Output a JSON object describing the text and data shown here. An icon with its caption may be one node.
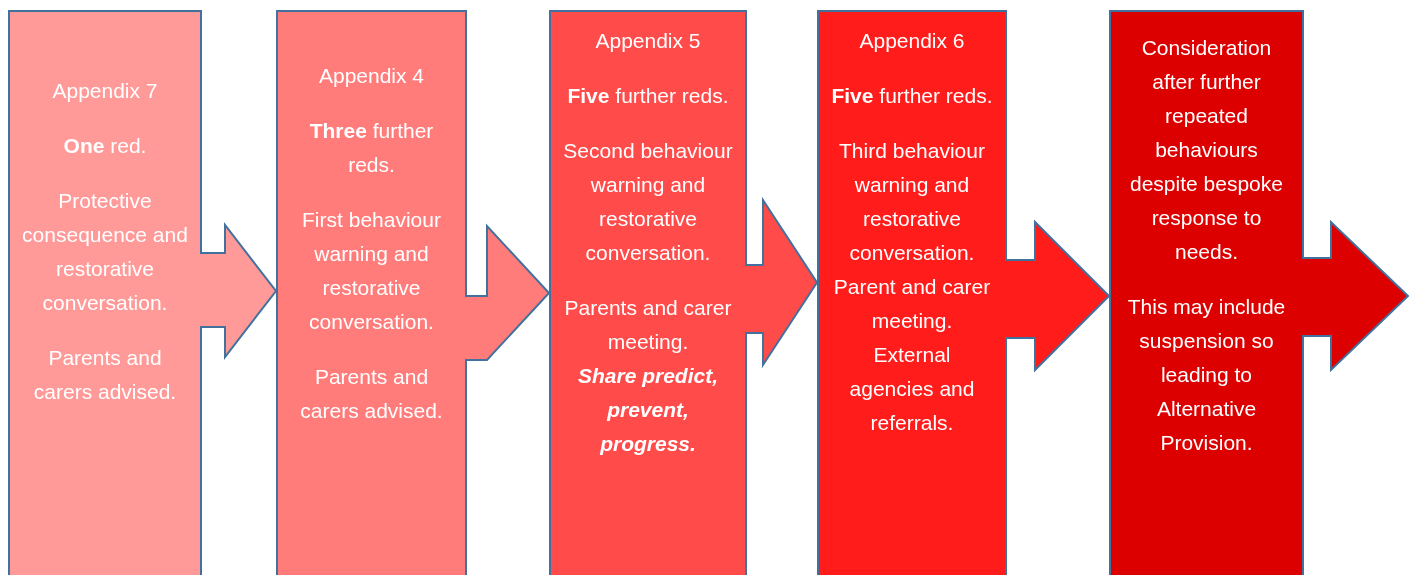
{
  "diagram": {
    "nodes": [
      {
        "text": [
          "Appendix 7",
          "**One** red.",
          "Protective consequence and restorative conversation.",
          "Parents and carers advised."
        ]
      },
      {
        "text": [
          "Appendix 4",
          "**Three** further reds.",
          "First behaviour warning and restorative conversation.",
          "Parents and carers advised."
        ]
      },
      {
        "text": [
          "Appendix 5",
          "**Five** further reds.",
          "Second behaviour warning and restorative conversation.",
          "Parents and carer meeting.",
          "Share predict, prevent, progress."
        ]
      },
      {
        "text": [
          "Appendix 6",
          "**Five** further reds.",
          "Third behaviour warning and restorative conversation.",
          "Parent and carer meeting.",
          "External agencies and referrals."
        ]
      },
      {
        "text": [
          "Consideration after further repeated behaviours despite bespoke response to needs.",
          "This may include suspension so leading to Alternative Provision."
        ]
      }
    ],
    "edges": [
      {
        "from": 0,
        "to": 1,
        "arrow": "to"
      },
      {
        "from": 1,
        "to": 2,
        "arrow": "to"
      },
      {
        "from": 2,
        "to": 3,
        "arrow": "to"
      },
      {
        "from": 3,
        "to": 4,
        "arrow": "to"
      },
      {
        "from": 4,
        "to": null,
        "arrow": "to"
      }
    ]
  }
}
